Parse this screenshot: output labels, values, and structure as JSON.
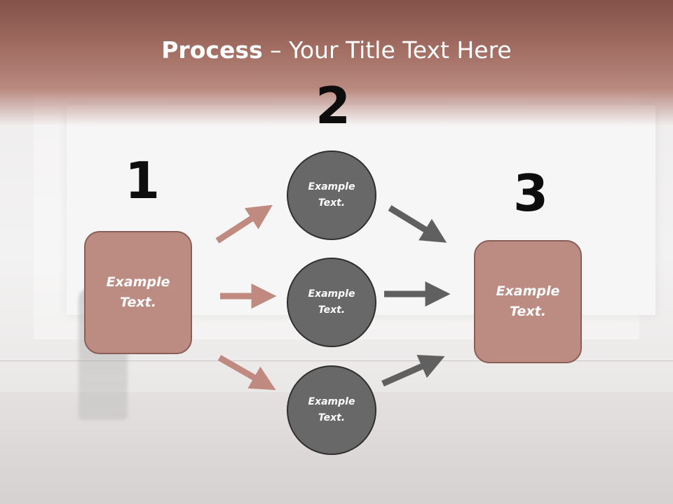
{
  "title": {
    "bold": "Process",
    "rest": " – Your Title Text Here"
  },
  "steps": {
    "one": "1",
    "two": "2",
    "three": "3"
  },
  "left_box": {
    "line1": "Example",
    "line2": "Text."
  },
  "right_box": {
    "line1": "Example",
    "line2": "Text."
  },
  "circles": [
    {
      "line1": "Example",
      "line2": "Text."
    },
    {
      "line1": "Example",
      "line2": "Text."
    },
    {
      "line1": "Example",
      "line2": "Text."
    }
  ],
  "colors": {
    "pink_arrow": "#c08a80",
    "gray_arrow": "#606060",
    "box_fill": "#bc8b82",
    "circle_fill": "#686868"
  }
}
